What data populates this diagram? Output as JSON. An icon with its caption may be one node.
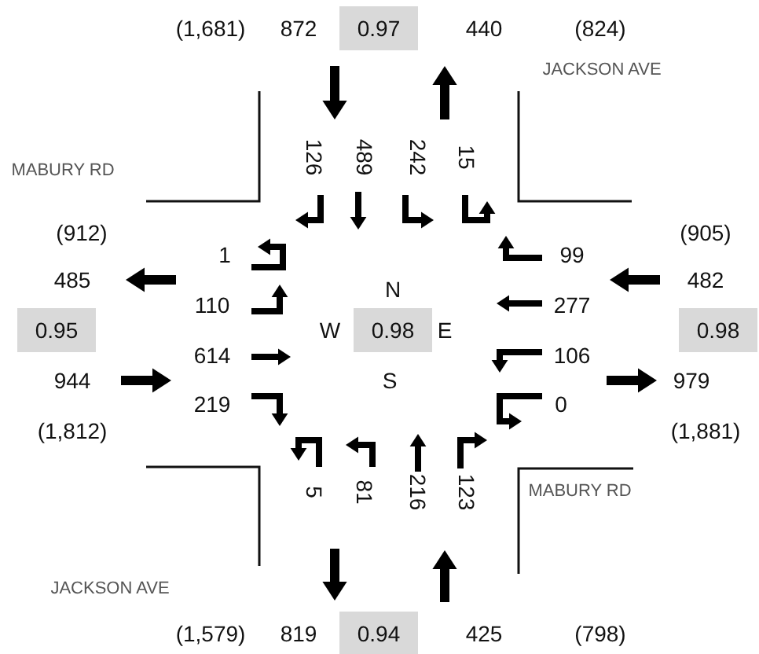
{
  "diagram": {
    "labels": [
      "(1,681)",
      "872",
      "0.97",
      "440",
      "(824)",
      "JACKSON AVE",
      "MABURY RD",
      "126",
      "489",
      "242",
      "15",
      "(912)",
      "(905)",
      "1",
      "99",
      "485",
      "482",
      "N",
      "110",
      "277",
      "0.95",
      "W",
      "0.98",
      "E",
      "0.98",
      "614",
      "106",
      "944",
      "S",
      "979",
      "219",
      "0",
      "(1,812)",
      "(1,881)",
      "5",
      "81",
      "216",
      "123",
      "MABURY RD",
      "JACKSON AVE",
      "(1,579)",
      "819",
      "0.94",
      "425",
      "(798)"
    ]
  }
}
